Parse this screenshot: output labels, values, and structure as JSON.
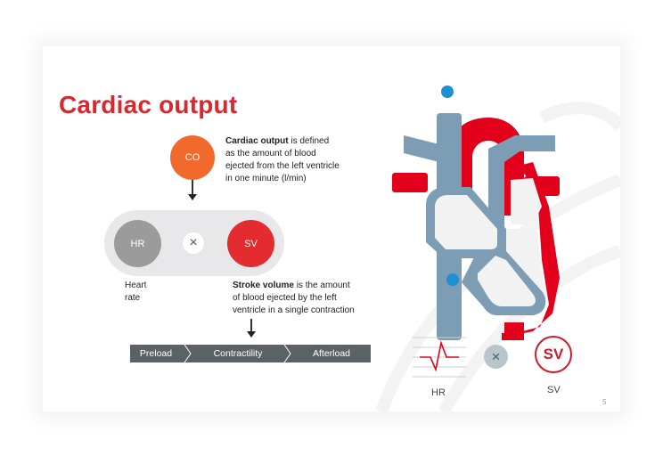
{
  "slide": {
    "title": "Cardiac output",
    "page_number": "5",
    "colors": {
      "title": "#d72a30",
      "co_circle": "#f26a2b",
      "hr_circle": "#9b9b9b",
      "sv_circle": "#e42b30",
      "pill_bg": "#e8e8ea",
      "chevron_bar": "#5b6265",
      "heart_blue": "#7c9db3",
      "heart_red": "#e2001a",
      "heart_fill": "#f2f2f2",
      "valve_blue": "#1f8fd4"
    }
  },
  "formula": {
    "co": {
      "label": "CO"
    },
    "co_description": {
      "bold": "Cardiac output",
      "lines": [
        "is defined",
        "as the amount of blood",
        "ejected from the left ventricle",
        "in one minute (l/min)"
      ]
    },
    "hr": {
      "label": "HR",
      "caption_lines": [
        "Heart",
        "rate"
      ]
    },
    "multiply_symbol": "×",
    "sv": {
      "label": "SV"
    },
    "sv_description": {
      "bold": "Stroke volume",
      "lines": [
        "is the amount",
        "of blood ejected by the left",
        "ventricle in a single contraction"
      ]
    }
  },
  "determinants": {
    "items": [
      "Preload",
      "Contractility",
      "Afterload"
    ]
  },
  "illustration": {
    "heart_icon": "heart-diagram-icon",
    "hr_icon": {
      "name": "ecg-waveform-icon",
      "caption": "HR"
    },
    "multiply_icon": {
      "name": "multiply-icon",
      "symbol": "×"
    },
    "sv_icon": {
      "name": "sv-circle-icon",
      "text": "SV",
      "caption": "SV"
    }
  }
}
